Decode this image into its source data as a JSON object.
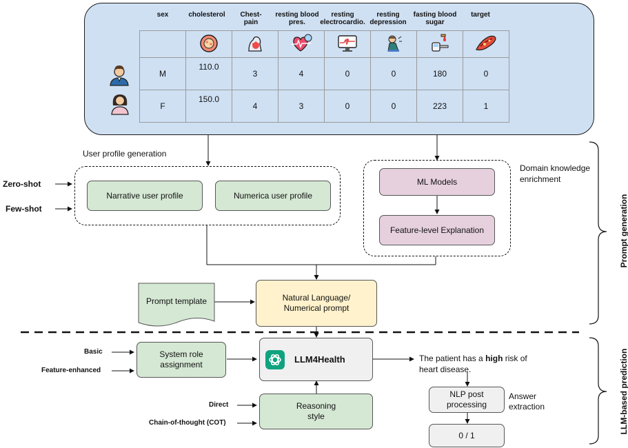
{
  "table": {
    "headers": [
      "sex",
      "cholesterol",
      "Chest-\npain",
      "resting blood\npres.",
      "resting\nelectrocardio.",
      "resting\ndepression",
      "fasting blood\nsugar",
      "target"
    ],
    "rows": [
      [
        "M",
        "110.0",
        "3",
        "4",
        "0",
        "0",
        "180",
        "0"
      ],
      [
        "F",
        "150.0",
        "4",
        "3",
        "0",
        "0",
        "223",
        "1"
      ]
    ]
  },
  "labels": {
    "user_profile_generation": "User profile generation",
    "domain_knowledge": "Domain knowledge\nenrichment",
    "zero_shot": "Zero-shot",
    "few_shot": "Few-shot",
    "basic": "Basic",
    "feature_enhanced": "Feature-enhanced",
    "direct": "Direct",
    "cot": "Chain-of-thought (COT)",
    "answer_extraction": "Answer\nextraction",
    "prompt_generation": "Prompt generation",
    "llm_prediction": "LLM-based prediction"
  },
  "boxes": {
    "narrative": "Narrative user profile",
    "numerica": "Numerica user profile",
    "ml_models": "ML Models",
    "feature_expl": "Feature-level Explanation",
    "prompt_template": "Prompt template",
    "nl_prompt": "Natural Language/\nNumerical prompt",
    "system_role": "System role\nassignment",
    "llm": "LLM4Health",
    "reasoning": "Reasoning\nstyle",
    "nlp_post": "NLP post\nprocessing",
    "output": "0 / 1"
  },
  "result": {
    "pre": "The patient has a ",
    "bold": "high",
    "post": " risk of\nheart disease."
  },
  "colors": {
    "panel": "#cfe0f3",
    "green": "#d5e8d4",
    "pink": "#e6d0de",
    "yellow": "#fff2cc",
    "gray": "#f0f0f0"
  }
}
